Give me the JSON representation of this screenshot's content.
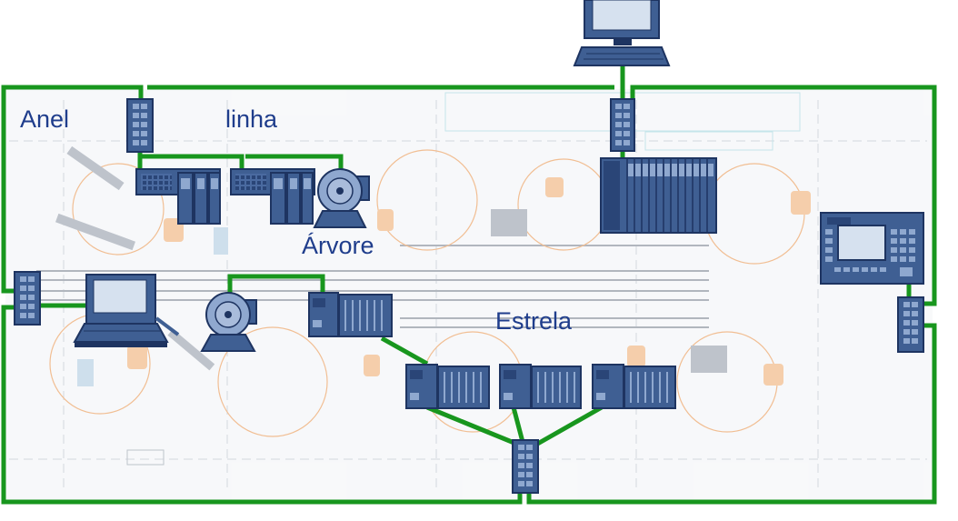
{
  "labels": {
    "anel": "Anel",
    "linha": "linha",
    "arvore": "Árvore",
    "estrela": "Estrela"
  },
  "colors": {
    "network": "#18961e",
    "device_fill": "#3f5f93",
    "device_dark": "#1e3461",
    "device_light": "#8fa8cf",
    "label": "#1f3d8c",
    "plan_lines": "#c9ced6",
    "plan_orange": "#f2c29a"
  },
  "topologies": [
    "Anel",
    "linha",
    "Árvore",
    "Estrela"
  ],
  "devices": {
    "switches": [
      "switch-top-left",
      "switch-top-right",
      "switch-left",
      "switch-right",
      "switch-bottom"
    ],
    "computers": [
      "pc-top",
      "laptop-left",
      "panel-hmi"
    ],
    "controllers": [
      "plc-main",
      "io-line-1",
      "io-line-2",
      "io-tree",
      "io-star-1",
      "io-star-2",
      "io-star-3"
    ],
    "motors": [
      "motor-line",
      "motor-tree"
    ]
  }
}
